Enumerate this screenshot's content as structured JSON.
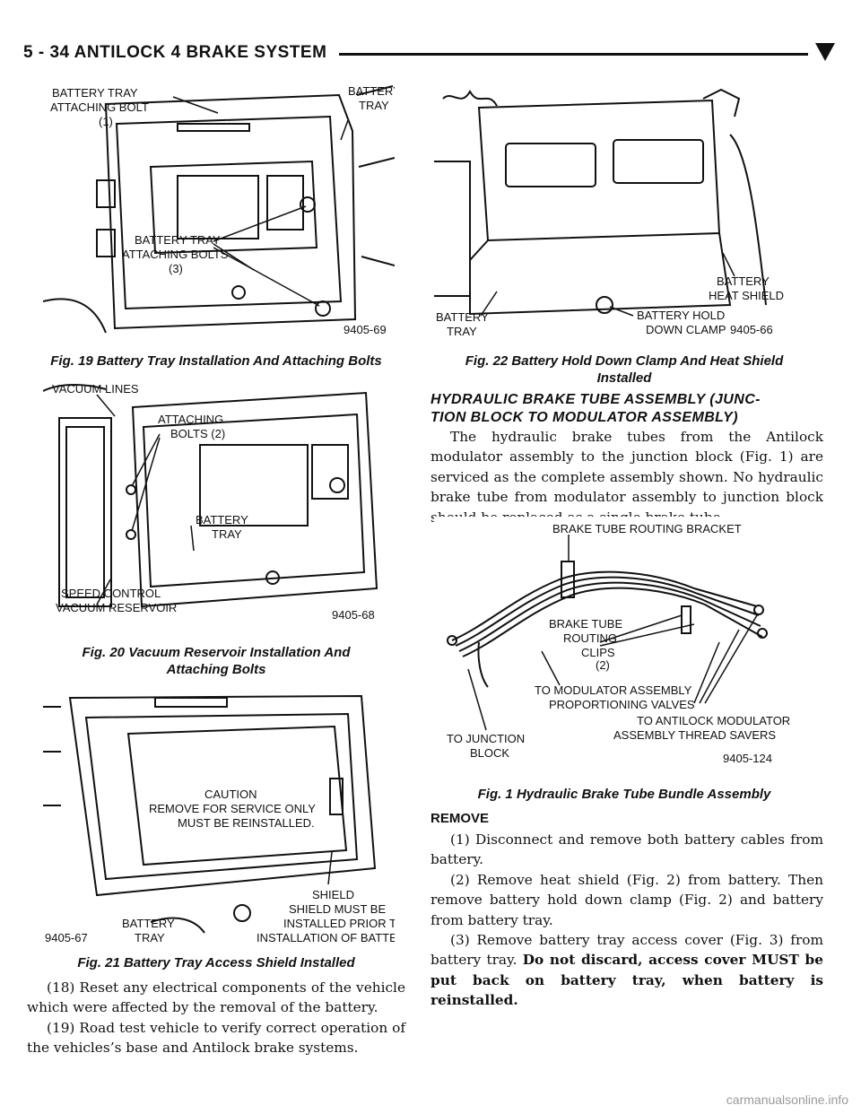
{
  "header": {
    "page_title": "5 - 34    ANTILOCK 4 BRAKE SYSTEM"
  },
  "fig19": {
    "labels": {
      "tray_bolt": "BATTERY TRAY",
      "tray_bolt2": "ATTACHING BOLT",
      "tray_bolt3": "(1)",
      "tray": "BATTERY",
      "tray2": "TRAY",
      "bolts": "BATTERY TRAY",
      "bolts2": "ATTACHING BOLTS",
      "bolts3": "(3)",
      "num": "9405-69"
    },
    "caption": "Fig. 19 Battery Tray Installation And Attaching Bolts"
  },
  "fig20": {
    "labels": {
      "vac": "VACUUM LINES",
      "att": "ATTACHING",
      "att2": "BOLTS (2)",
      "tray": "BATTERY",
      "tray2": "TRAY",
      "spd": "SPEED CONTROL",
      "spd2": "VACUUM RESERVOIR",
      "num": "9405-68"
    },
    "caption_1": "Fig. 20 Vacuum Reservoir Installation And",
    "caption_2": "Attaching Bolts"
  },
  "fig21": {
    "labels": {
      "c1": "CAUTION",
      "c2": "REMOVE FOR SERVICE ONLY",
      "c3": "MUST BE REINSTALLED.",
      "sh1": "SHIELD",
      "sh2": "SHIELD MUST BE",
      "sh3": "INSTALLED PRIOR TO",
      "sh4": "INSTALLATION OF BATTERY",
      "bt1": "BATTERY",
      "bt2": "TRAY",
      "num": "9405-67"
    },
    "caption": "Fig. 21 Battery Tray Access Shield Installed"
  },
  "fig22": {
    "labels": {
      "hs1": "BATTERY",
      "hs2": "HEAT SHIELD",
      "bt1": "BATTERY",
      "bt2": "TRAY",
      "hd1": "BATTERY HOLD",
      "hd2": "DOWN CLAMP",
      "num": "9405-66"
    },
    "caption_1": "Fig. 22 Battery Hold Down Clamp And Heat Shield",
    "caption_2": "Installed"
  },
  "fig1": {
    "labels": {
      "bracket": "BRAKE TUBE ROUTING BRACKET",
      "clips1": "BRAKE TUBE",
      "clips2": "ROUTING",
      "clips3": "CLIPS",
      "clips4": "(2)",
      "mod1": "TO MODULATOR ASSEMBLY",
      "mod2": "PROPORTIONING VALVES",
      "jb1": "TO JUNCTION",
      "jb2": "BLOCK",
      "ts1": "TO ANTILOCK MODULATOR",
      "ts2": "ASSEMBLY THREAD SAVERS",
      "num": "9405-124"
    },
    "caption": "Fig. 1 Hydraulic Brake Tube Bundle Assembly"
  },
  "left_text": {
    "step18": "(18) Reset any electrical components of the vehicle which were affected by the removal of the battery.",
    "step19": "(19) Road test vehicle to verify correct operation of the vehicles’s base and Antilock brake systems."
  },
  "right_text": {
    "heading_1": "HYDRAULIC BRAKE TUBE ASSEMBLY (JUNC-",
    "heading_2": "TION BLOCK TO MODULATOR ASSEMBLY)",
    "intro": "The hydraulic brake tubes from the Antilock modulator assembly to the junction block (Fig. 1) are serviced as the complete assembly shown. No hydraulic brake tube from modulator assembly to junction block should be replaced as a single brake tube.",
    "remove": "REMOVE",
    "step1": "(1) Disconnect and remove both battery cables from battery.",
    "step2": "(2) Remove heat shield (Fig. 2) from battery. Then remove battery hold down clamp (Fig. 2) and battery from battery tray.",
    "step3_a": "(3) Remove battery tray access cover (Fig. 3) from battery tray.",
    "step3_b": "Do not discard, access cover MUST be put back on battery tray, when battery is reinstalled."
  },
  "footer": {
    "watermark": "carmanualsonline.info"
  }
}
